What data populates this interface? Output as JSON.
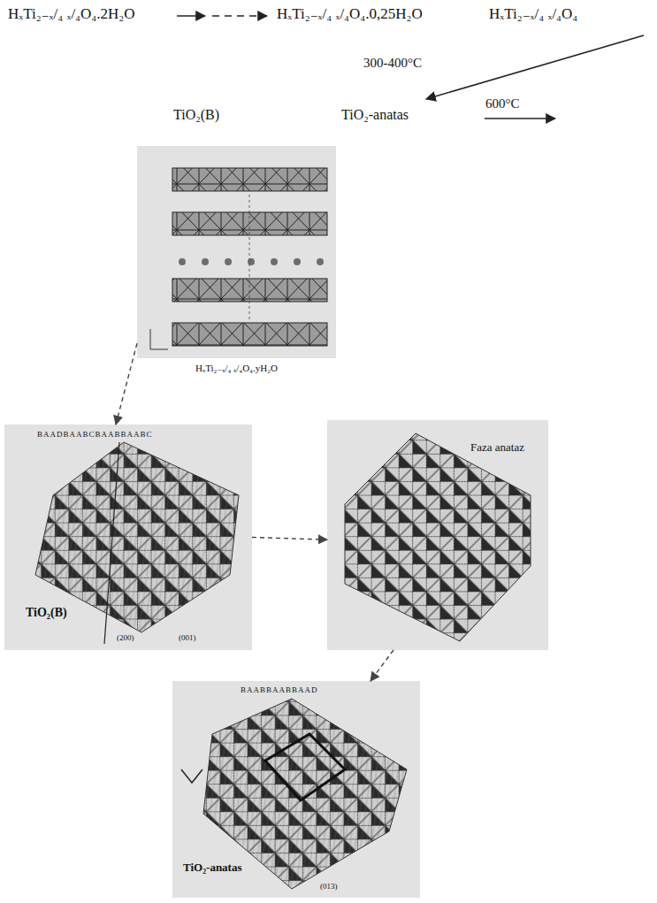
{
  "diagram": {
    "nodes": [
      {
        "text": [
          "HₓTi₂₋ₓ/₄ ₓ/₄O₄.yH₂O"
        ]
      },
      {
        "text": [
          "BAADBAABCBAABBAABC",
          "TiO₂(B)",
          "(200)",
          "(001)"
        ]
      },
      {
        "text": [
          "Faza anataz"
        ]
      },
      {
        "text": [
          "BAABBAABBAAD",
          "TiO₂-anatas",
          "(013)"
        ]
      }
    ],
    "edges": [
      {
        "from": 0,
        "to": 1,
        "arrow": "to"
      },
      {
        "from": 1,
        "to": 2,
        "arrow": "to"
      },
      {
        "from": 2,
        "to": 3,
        "arrow": "to"
      }
    ],
    "labels": [
      "HₓTi₂₋ₓ/₄ ₓ/₄O₄.2H₂O",
      "HₓTi₂₋ₓ/₄ ₓ/₄O₄.0,25H₂O",
      "HₓTi₂₋ₓ/₄ ₓ/₄O₄",
      "300-400°C",
      "TiO₂(B)",
      "TiO₂-anatas",
      "600°C"
    ]
  }
}
